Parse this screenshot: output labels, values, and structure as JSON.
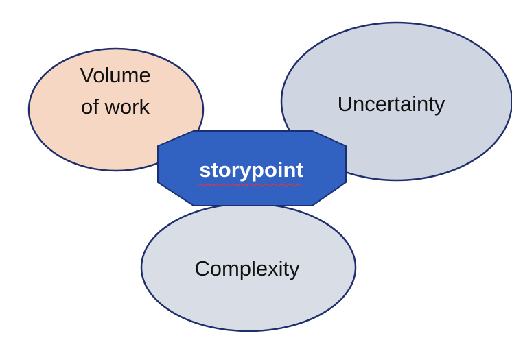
{
  "diagram": {
    "nodes": {
      "volume": {
        "label_line1": "Volume",
        "label_line2": "of work",
        "fill": "#f6d7c3",
        "stroke": "#1f2f6b"
      },
      "uncertainty": {
        "label": "Uncertainty",
        "fill": "#cfd6e2",
        "stroke": "#1f2f6b"
      },
      "complexity": {
        "label": "Complexity",
        "fill": "#d9dde6",
        "stroke": "#1f2f6b"
      },
      "storypoint": {
        "label": "storypoint",
        "fill": "#3162c2",
        "stroke": "#1a2f70",
        "text_color": "#ffffff",
        "spellcheck_underline_color": "#d8374a"
      }
    }
  }
}
